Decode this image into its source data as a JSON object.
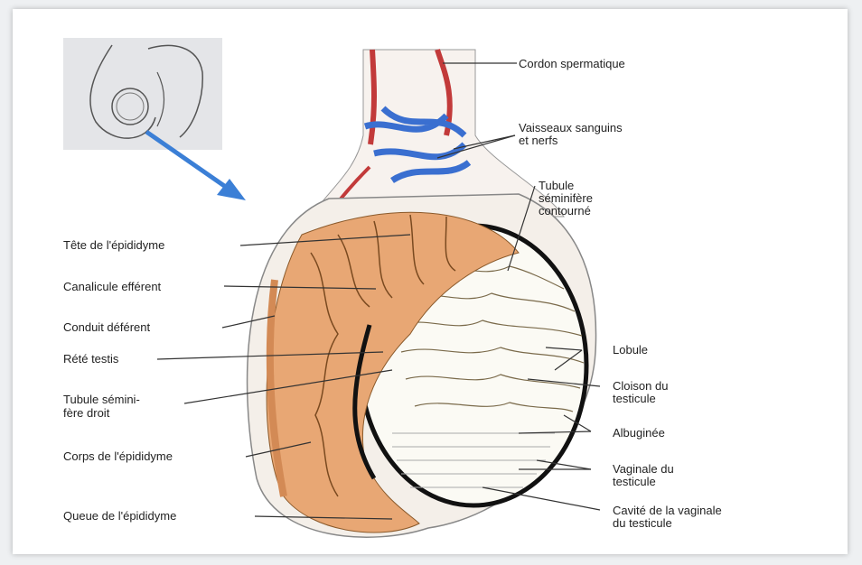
{
  "labels": {
    "cordon": "Cordon spermatique",
    "vaisseaux_1": "Vaisseaux sanguins",
    "vaisseaux_2": "et nerfs",
    "tubule_contourne_1": "Tubule",
    "tubule_contourne_2": "séminifère",
    "tubule_contourne_3": "contourné",
    "tete": "Tête de l'épididyme",
    "canalicule": "Canalicule efférent",
    "conduit": "Conduit déférent",
    "rete": "Rété testis",
    "tubule_droit_1": "Tubule sémini-",
    "tubule_droit_2": "fère droit",
    "corps": "Corps de l'épididyme",
    "queue": "Queue de l'épididyme",
    "lobule": "Lobule",
    "cloison_1": "Cloison du",
    "cloison_2": "testicule",
    "albuginee": "Albuginée",
    "vaginale_1": "Vaginale du",
    "vaginale_2": "testicule",
    "cavite_1": "Cavité de la vaginale",
    "cavite_2": "du testicule"
  },
  "colors": {
    "epididymis": "#e8a774",
    "artery": "#c23a3a",
    "vein": "#3a6fd0",
    "arrow": "#3b7fd6",
    "albuginea": "#111111"
  }
}
